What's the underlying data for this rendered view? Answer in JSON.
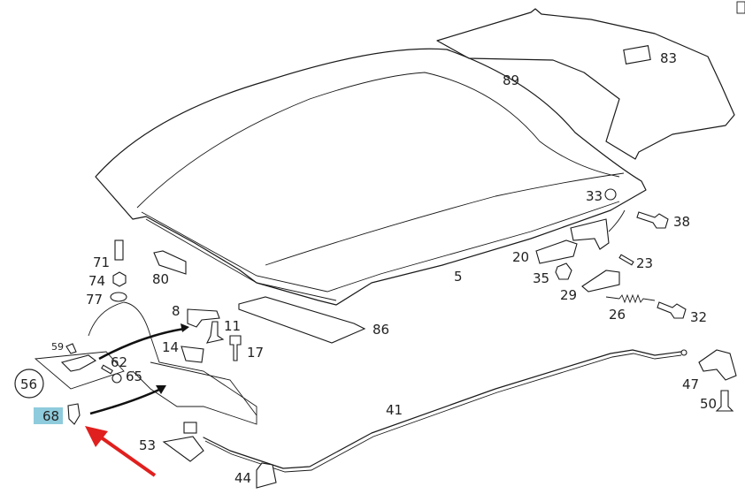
{
  "diagram": {
    "parts": {
      "p83": "83",
      "p89": "89",
      "p33": "33",
      "p38": "38",
      "p5": "5",
      "p20": "20",
      "p23": "23",
      "p35": "35",
      "p29": "29",
      "p26": "26",
      "p32": "32",
      "p71": "71",
      "p74": "74",
      "p77": "77",
      "p80": "80",
      "p8": "8",
      "p11": "11",
      "p14": "14",
      "p17": "17",
      "p86": "86",
      "p59": "59",
      "p62": "62",
      "p65": "65",
      "p56": "56",
      "p68": "68",
      "p41": "41",
      "p47": "47",
      "p50": "50",
      "p53": "53",
      "p44": "44"
    },
    "highlighted_part": "68",
    "colors": {
      "highlight": "#8ecbdc",
      "pointer_arrow": "#e0201e",
      "line": "#1a1a1a"
    }
  }
}
